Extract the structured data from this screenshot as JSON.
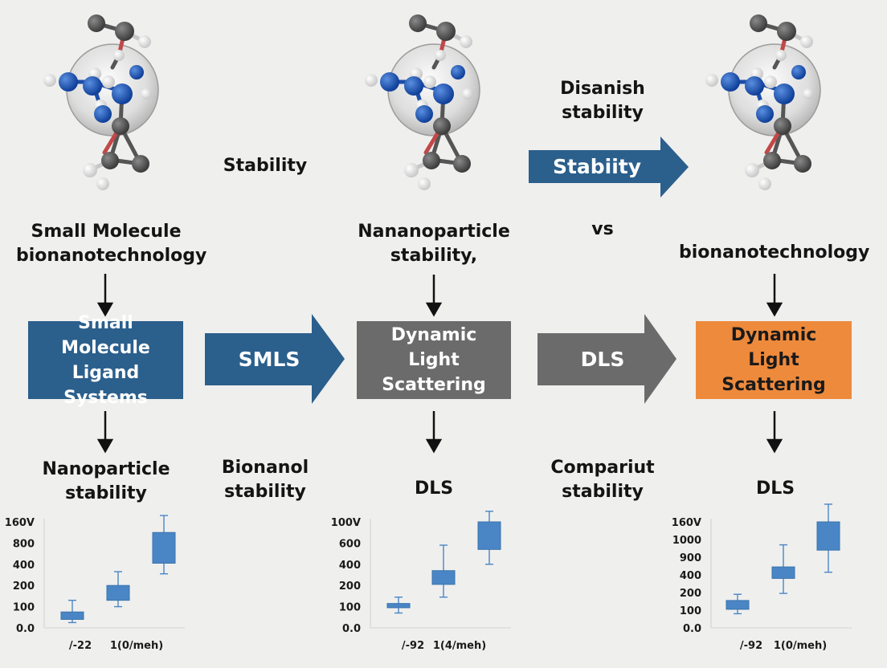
{
  "labels": {
    "stability_mid": "Stability",
    "disanish_1": "Disanish",
    "disanish_2": "stability",
    "vs": "vs",
    "col1_title_1": "Small Molecule",
    "col1_title_2": "bionanotechnology",
    "col2_title_1": "Nananoparticle",
    "col2_title_2": "stability,",
    "col3_title": "bionanotechnology",
    "col1_bottom_1": "Nanoparticle",
    "col1_bottom_2": "stability",
    "mid1_bottom_1": "Bionanol",
    "mid1_bottom_2": "stability",
    "col2_bottom": "DLS",
    "mid2_bottom_1": "Compariut",
    "mid2_bottom_2": "stability",
    "col3_bottom": "DLS"
  },
  "boxes": {
    "smls_box": [
      "Small",
      "Molecule",
      "Ligand Systems"
    ],
    "dls_box_gray": [
      "Dynamic",
      "Light",
      "Scattering"
    ],
    "dls_box_orange": [
      "Dynamic",
      "Light",
      "Scattering"
    ]
  },
  "arrows": {
    "top_arrow": "Stabiity",
    "smls_arrow": "SMLS",
    "dls_arrow": "DLS"
  },
  "colors": {
    "blue_box": "#2b5f8c",
    "gray_box": "#6b6b6b",
    "orange_box": "#ee8a3c",
    "box_plot": "#4a86c5"
  },
  "chart_data": [
    {
      "type": "box",
      "ytick_labels": [
        "160V",
        "800",
        "400",
        "200",
        "100",
        "0.0"
      ],
      "xtick_labels": [
        "/-22",
        "1(0/meh)"
      ],
      "series": [
        {
          "min_level": 0.25,
          "q1_level": 0.4,
          "q3_level": 0.75,
          "max_level": 1.3
        },
        {
          "min_level": 1.0,
          "q1_level": 1.3,
          "q3_level": 2.0,
          "max_level": 2.65
        },
        {
          "min_level": 2.55,
          "q1_level": 3.05,
          "q3_level": 4.5,
          "max_level": 5.3
        }
      ]
    },
    {
      "type": "box",
      "ytick_labels": [
        "100V",
        "600",
        "400",
        "200",
        "100",
        "0.0"
      ],
      "xtick_labels": [
        "/-92",
        "1(4/meh)"
      ],
      "series": [
        {
          "min_level": 0.7,
          "q1_level": 0.95,
          "q3_level": 1.15,
          "max_level": 1.45
        },
        {
          "min_level": 1.45,
          "q1_level": 2.05,
          "q3_level": 2.7,
          "max_level": 3.9
        },
        {
          "min_level": 3.0,
          "q1_level": 3.7,
          "q3_level": 5.0,
          "max_level": 5.5
        }
      ]
    },
    {
      "type": "box",
      "ytick_labels": [
        "160V",
        "1000",
        "900",
        "400",
        "200",
        "100",
        "0.0"
      ],
      "xtick_labels": [
        "/-92",
        "1(0/meh)"
      ],
      "series": [
        {
          "min_level": 0.8,
          "q1_level": 1.05,
          "q3_level": 1.55,
          "max_level": 1.9
        },
        {
          "min_level": 1.95,
          "q1_level": 2.8,
          "q3_level": 3.45,
          "max_level": 4.7
        },
        {
          "min_level": 3.15,
          "q1_level": 4.4,
          "q3_level": 6.0,
          "max_level": 7.0
        }
      ]
    }
  ]
}
